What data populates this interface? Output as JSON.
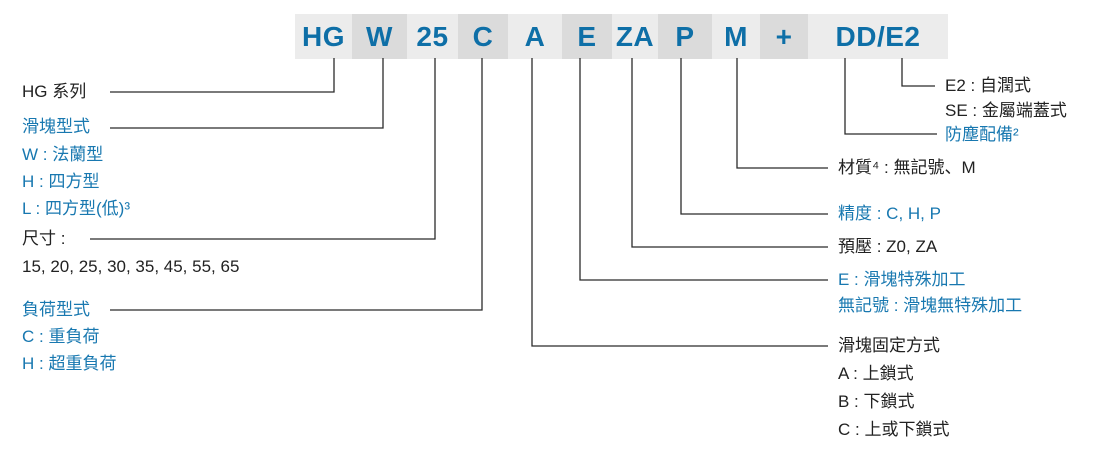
{
  "code_band": {
    "segments": [
      "HG",
      "W",
      "25",
      "C",
      "A",
      "E",
      "ZA",
      "P",
      "M",
      "+",
      "DD/E2"
    ]
  },
  "labels": {
    "series": "HG 系列",
    "block_type_title": "滑塊型式",
    "block_type_w": "W : 法蘭型",
    "block_type_h": "H : 四方型",
    "block_type_l": "L : 四方型(低)³",
    "size_title": "尺寸 :",
    "size_values": "15, 20, 25, 30, 35, 45, 55, 65",
    "load_type_title": "負荷型式",
    "load_c": "C : 重負荷",
    "load_h": "H : 超重負荷",
    "e2": "E2 : 自潤式",
    "se": "SE : 金屬端蓋式",
    "dust": "防塵配備²",
    "material": "材質⁴ : 無記號、M",
    "precision": "精度 : C, H, P",
    "preload": "預壓 : Z0, ZA",
    "special_e": "E : 滑塊特殊加工",
    "special_none": "無記號 : 滑塊無特殊加工",
    "mount_title": "滑塊固定方式",
    "mount_a": "A : 上鎖式",
    "mount_b": "B : 下鎖式",
    "mount_c": "C : 上或下鎖式"
  },
  "colors": {
    "code_blue": "#0E6FA7",
    "accent_blue": "#1878B0",
    "text_dark": "#222222",
    "band_bg_light": "#ECECEC",
    "band_bg_dark": "#DBDBDB",
    "line": "#2B2B2B"
  }
}
